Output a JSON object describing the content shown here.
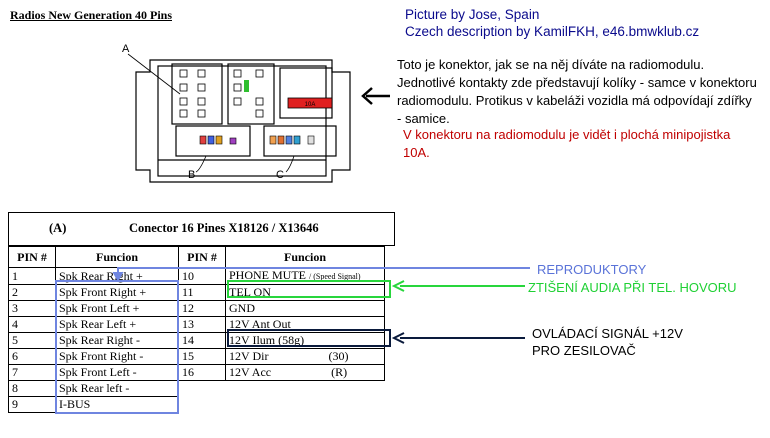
{
  "title": "Radios New Generation 40 Pins",
  "credits": [
    "Picture by Jose, Spain",
    "Czech description by KamilFKH, e46.bmwklub.cz"
  ],
  "description": "Toto je konektor, jak se na něj díváte na radiomodulu. Jednotlivé kontakty zde představují kolíky - samce v konektoru radiomodulu. Protikus v kabeláži vozidla má odpovídají zdířky - samice.",
  "note": "V konektoru na radiomodulu je vidět i plochá minipojistka 10A.",
  "connector_labels": {
    "a": "A",
    "b": "B",
    "c": "C",
    "fuse": "10A"
  },
  "table": {
    "caption_letter": "(A)",
    "caption_text": "Conector 16 Pines X18126 / X13646",
    "headers": [
      "PIN #",
      "Funcion",
      "PIN #",
      "Funcion"
    ],
    "left_rows": [
      {
        "pin": "1",
        "fn": "Spk Rear Right +"
      },
      {
        "pin": "2",
        "fn": "Spk Front Right +"
      },
      {
        "pin": "3",
        "fn": "Spk Front Left +"
      },
      {
        "pin": "4",
        "fn": "Spk Rear Left +"
      },
      {
        "pin": "5",
        "fn": "Spk Rear Right -"
      },
      {
        "pin": "6",
        "fn": "Spk Front Right -"
      },
      {
        "pin": "7",
        "fn": "Spk Front Left -"
      },
      {
        "pin": "8",
        "fn": "Spk Rear left -"
      },
      {
        "pin": "9",
        "fn": "I-BUS"
      }
    ],
    "right_rows": [
      {
        "pin": "10",
        "fn": "PHONE MUTE",
        "extra": "/ (Speed Signal)"
      },
      {
        "pin": "11",
        "fn": "TEL ON",
        "extra": ""
      },
      {
        "pin": "12",
        "fn": "GND",
        "extra": ""
      },
      {
        "pin": "13",
        "fn": "12V Ant Out",
        "extra": ""
      },
      {
        "pin": "14",
        "fn": "12V Ilum (58g)",
        "extra": ""
      },
      {
        "pin": "15",
        "fn": "12V Dir",
        "extra": "(30)"
      },
      {
        "pin": "16",
        "fn": "12V Acc",
        "extra": "(R)"
      }
    ]
  },
  "annotations": {
    "reproduktory": "REPRODUKTORY",
    "mute": "ZTIŠENÍ AUDIA PŘI TEL. HOVORU",
    "ovladaci_1": "OVLÁDACÍ SIGNÁL +12V",
    "ovladaci_2": "PRO ZESILOVAČ"
  },
  "colors": {
    "speaker": "#6f85e0",
    "mute": "#28d63c",
    "amp": "#0a1a3c",
    "credits": "#0a0a8c",
    "note": "#c00000"
  }
}
